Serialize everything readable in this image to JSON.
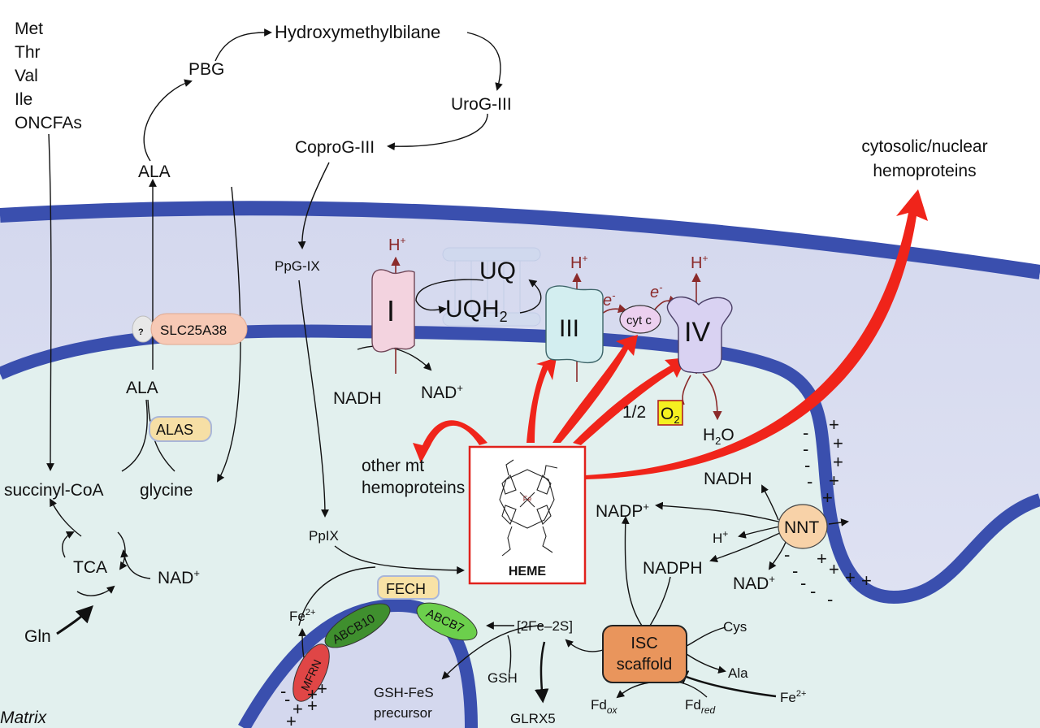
{
  "amino_acids": [
    "Met",
    "Thr",
    "Val",
    "Ile",
    "ONCFAs"
  ],
  "pathway": {
    "hmb": "Hydroxymethylbilane",
    "pbg": "PBG",
    "ala_top": "ALA",
    "urog": "UroG-III",
    "coprog": "CoproG-III",
    "ppg": "PpG-IX",
    "ppix": "PpIX",
    "ala_matrix": "ALA",
    "alas": "ALAS",
    "slc": "SLC25A38",
    "unknown": "?",
    "succinyl": "succinyl-CoA",
    "glycine": "glycine",
    "tca": "TCA",
    "nad_tca": "NAD",
    "gln": "Gln",
    "matrix": "Matrix"
  },
  "etc": {
    "complex1": "I",
    "complex3": "III",
    "complex4": "IV",
    "uq": "UQ",
    "uqh2": "UQH",
    "uqh2_sub": "2",
    "cytc": "cyt c",
    "h": "H",
    "plus": "+",
    "e": "e",
    "minus": "-",
    "nadh": "NADH",
    "nad": "NAD",
    "o2_prefix": "1/2",
    "o2": "O",
    "o2_sub": "2",
    "h2o_h": "H",
    "h2o_sub": "2",
    "h2o_o": "O"
  },
  "heme": {
    "label": "HEME",
    "other_mt_1": "other mt",
    "other_mt_2": "hemoproteins",
    "cytosolic_1": "cytosolic/nuclear",
    "cytosolic_2": "hemoproteins"
  },
  "nnt": {
    "label": "NNT",
    "nadh": "NADH",
    "nadp": "NADP",
    "h": "H",
    "nadph": "NADPH",
    "nad": "NAD"
  },
  "fes": {
    "fech": "FECH",
    "abcb10": "ABCB10",
    "abcb7": "ABCB7",
    "mfrn": "MFRN",
    "fe": "Fe",
    "fe_sup": "2+",
    "cluster": "[2Fe–2S]",
    "gsh": "GSH",
    "gsh_fes_1": "GSH-FeS",
    "gsh_fes_2": "precursor",
    "glrx5": "GLRX5",
    "isc_1": "ISC",
    "isc_2": "scaffold",
    "cys": "Cys",
    "ala": "Ala",
    "fe2": "Fe",
    "fe2_sup": "2+",
    "fd_ox": "Fd",
    "fd_ox_sub": "ox",
    "fd_red": "Fd",
    "fd_red_sub": "red"
  },
  "colors": {
    "membrane": "#3a4fae",
    "ims": "#d8dcef",
    "matrix": "#e2f0ee",
    "heme_box": "#e0221c",
    "red_arrow": "#f0241a",
    "complex1": "#f3d3df",
    "complex3": "#d3eef0",
    "complex4": "#d9d2f2",
    "slc": "#f7c9b5",
    "alas": "#f6dfa5",
    "fech": "#f8e2a6",
    "abcb10": "#3f8f2e",
    "abcb7": "#6ccf4c",
    "mfrn": "#e04646",
    "nnt": "#f8d2a8",
    "isc": "#e9955c",
    "o2_box": "#f5f020"
  }
}
